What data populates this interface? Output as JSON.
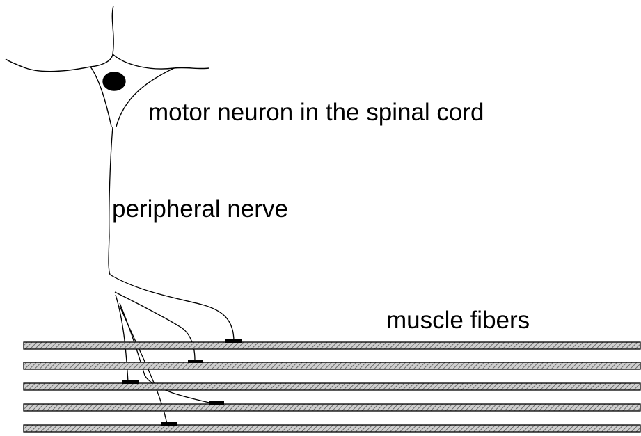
{
  "labels": {
    "neuron": "motor neuron in the spinal cord",
    "nerve": "peripheral nerve",
    "fibers": "muscle fibers"
  },
  "colors": {
    "line": "#000000",
    "fiber_fill": "#bbbbbb",
    "background": "#ffffff"
  }
}
